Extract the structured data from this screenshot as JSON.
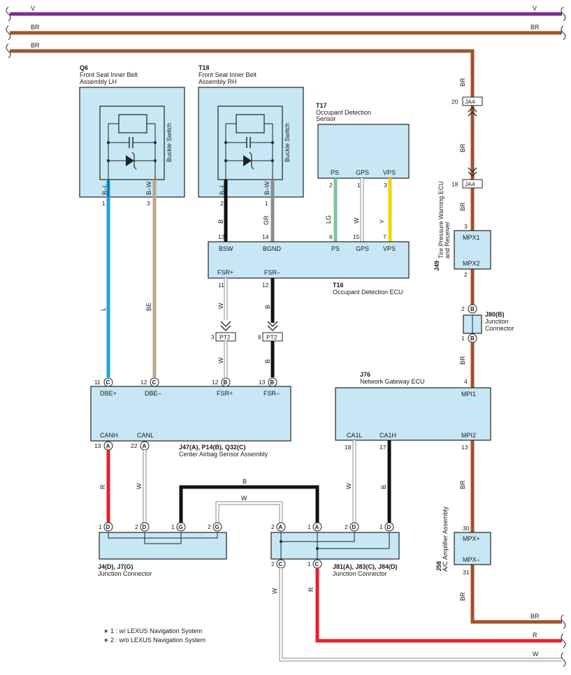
{
  "buses": {
    "top_v": "V",
    "top_br": "BR",
    "third_br": "BR",
    "bottom_br": "BR",
    "bottom_r": "R",
    "bottom_w": "W"
  },
  "q6": {
    "code": "Q6",
    "name_line1": "Front Seat Inner Belt",
    "name_line2": "Assembly LH",
    "switch_label": "Buckle Switch",
    "pin_bl": "B–L",
    "pin_bw": "B–W",
    "pin1": "1",
    "pin3": "3"
  },
  "t18": {
    "code": "T18",
    "name_line1": "Front Seat Inner Belt",
    "name_line2": "Assembly RH",
    "switch_label": "Buckle Switch",
    "pin_bl": "B–L",
    "pin_bw": "B–W",
    "pin2": "2",
    "pin1": "1"
  },
  "t17": {
    "code": "T17",
    "name_line1": "Occupant Detection",
    "name_line2": "Sensor",
    "ps": "PS",
    "gps": "GPS",
    "vps": "VPS",
    "pin2": "2",
    "pin1": "1",
    "pin3": "3"
  },
  "t16": {
    "code": "T16",
    "name": "Occupant Detection ECU",
    "bsw": "BSW",
    "bgnd": "BGND",
    "ps": "PS",
    "gps": "GPS",
    "vps": "VPS",
    "fsr_plus": "FSR+",
    "fsr_minus": "FSR–",
    "pin13": "13",
    "pin14": "14",
    "pin6": "6",
    "pin15": "15",
    "pin7": "7",
    "pin11": "11",
    "pin12": "12"
  },
  "wire_colors": {
    "l": "L",
    "be": "BE",
    "b_t18": "B",
    "gr": "GR",
    "lg": "LG",
    "w_gps": "W",
    "y": "Y",
    "w_fsr_top": "W",
    "b_fsr_top": "B",
    "w_fsr_bot": "W",
    "b_fsr_bot": "B",
    "r_canh": "R",
    "w_canl": "W",
    "b_cross": "B",
    "w_cross": "W",
    "w_ca1l": "W",
    "b_ca1h": "B",
    "w_j81c": "W",
    "r_j81c": "R",
    "br_ja4_top": "BR",
    "br_ja4_mid": "BR",
    "br_j49": "BR",
    "br_j80": "BR",
    "br_j76": "BR",
    "br_j58": "BR"
  },
  "pt2": {
    "label_a": "PT2",
    "label_b": "PT2",
    "pin_a": "3",
    "pin_b": "8"
  },
  "ja4": {
    "label_top": "JA4",
    "label_bot": "JA4",
    "pin_top": "20",
    "pin_bot": "18"
  },
  "j49": {
    "code": "J49",
    "name_line1": "Tire Pressure Warning ECU",
    "name_line2": "and Receiver",
    "mpx1": "MPX1",
    "mpx2": "MPX2",
    "pin3": "3",
    "pin2": "2"
  },
  "j80": {
    "code": "J80(B)",
    "name_line1": "Junction",
    "name_line2": "Connector",
    "pin2": "2",
    "pin1": "1",
    "letter": "B"
  },
  "airbag": {
    "code": "J47(A), P14(B), Q32(C)",
    "name": "Center Airbag Sensor Assembly",
    "dbe_plus": "DBE+",
    "dbe_minus": "DBE–",
    "fsr_plus": "FSR+",
    "fsr_minus": "FSR–",
    "canh": "CANH",
    "canl": "CANL",
    "pin11": "11",
    "pin12c": "12",
    "pin12b": "12",
    "pin13b": "13",
    "pin13a": "13",
    "pin22a": "22",
    "let_c": "C",
    "let_b": "B",
    "let_a": "A"
  },
  "j76": {
    "code": "J76",
    "name": "Network Gateway ECU",
    "ca1l": "CA1L",
    "ca1h": "CA1H",
    "mpi1": "MPI1",
    "mpi2": "MPI2",
    "pin18": "18",
    "pin17": "17",
    "pin4": "4",
    "pin13": "13"
  },
  "j4j7": {
    "code": "J4(D), J7(G)",
    "name": "Junction Connector",
    "pin1d": "1",
    "pin2d": "2",
    "pin1g": "1",
    "pin2g": "2",
    "let_d": "D",
    "let_g": "G"
  },
  "j81": {
    "code": "J81(A), J83(C), J84(D)",
    "name": "Junction Connector",
    "pin2a": "2",
    "pin1a": "1",
    "pin2d": "2",
    "pin1d": "1",
    "pin2c": "2",
    "pin1c": "1",
    "let_a": "A",
    "let_d": "D",
    "let_c": "C"
  },
  "j58": {
    "code": "J58",
    "name": "A/C Amplifier Assembly",
    "mpx_plus": "MPX+",
    "mpx_minus": "MPX–",
    "pin30": "30",
    "pin31": "31"
  },
  "notes": {
    "note1": "∗ 1 : w/ LEXUS Navigation System",
    "note2": "∗ 2 : w/o LEXUS Navigation System"
  },
  "colors": {
    "violet": "#7b2d8e",
    "brown": "#a0522d",
    "red": "#e8202a",
    "blue": "#1aa3e0",
    "beige": "#b9a78e",
    "black": "#111111",
    "gray": "#8c8c8c",
    "light_green": "#7cc69a",
    "yellow": "#f2d500",
    "box_fill": "#c7e7f5"
  }
}
